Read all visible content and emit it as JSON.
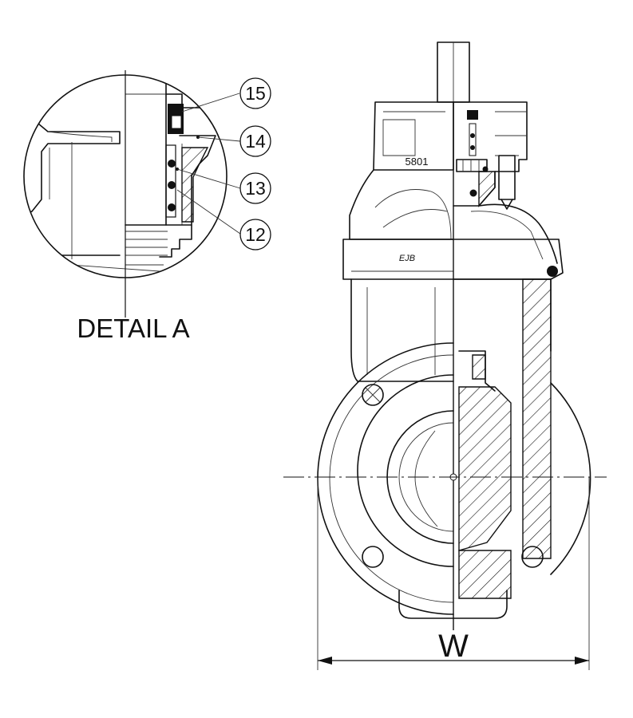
{
  "detail_view": {
    "title": "DETAIL A",
    "callouts": [
      "15",
      "14",
      "13",
      "12"
    ]
  },
  "main_view": {
    "casting_mark": "5801",
    "body_logo": "EJB",
    "dimension_label": "W"
  },
  "colors": {
    "line": "#111111",
    "background": "#ffffff"
  }
}
